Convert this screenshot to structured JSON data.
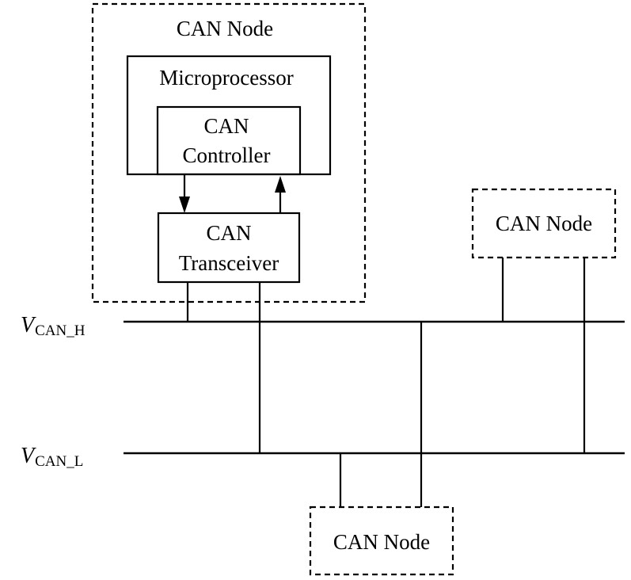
{
  "diagram": {
    "title": "CAN bus network topology",
    "main_node": {
      "label": "CAN Node",
      "microprocessor": {
        "label": "Microprocessor"
      },
      "controller": {
        "line1": "CAN",
        "line2": "Controller"
      },
      "transceiver": {
        "line1": "CAN",
        "line2": "Transceiver"
      },
      "arrows": [
        {
          "from": "controller",
          "to": "transceiver",
          "direction": "down"
        },
        {
          "from": "transceiver",
          "to": "controller",
          "direction": "up"
        }
      ]
    },
    "bus_lines": {
      "high": {
        "main": "V",
        "sub": "CAN_H"
      },
      "low": {
        "main": "V",
        "sub": "CAN_L"
      }
    },
    "other_nodes": [
      {
        "label": "CAN Node",
        "position": "right, above bus"
      },
      {
        "label": "CAN Node",
        "position": "bottom, below bus"
      }
    ]
  }
}
